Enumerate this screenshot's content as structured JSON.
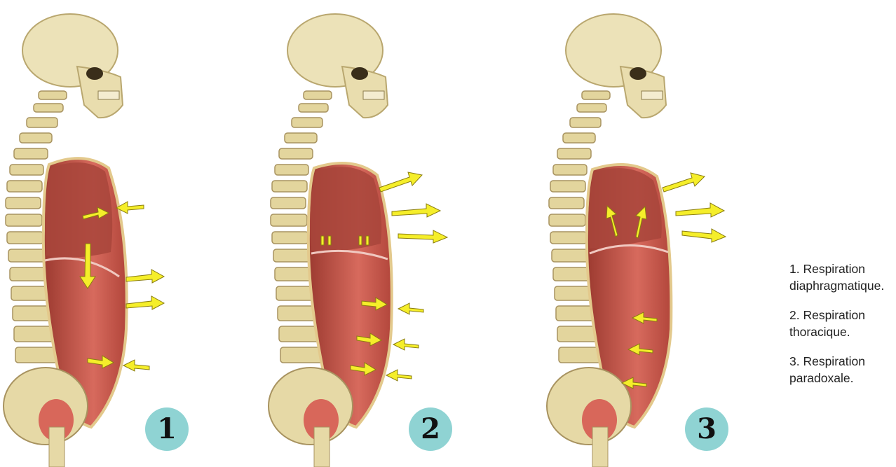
{
  "figures": [
    {
      "number": "1"
    },
    {
      "number": "2"
    },
    {
      "number": "3"
    }
  ],
  "legend": [
    {
      "line1": "1. Respiration",
      "line2": "diaphragmatique."
    },
    {
      "line1": "2. Respiration",
      "line2": "thoracique."
    },
    {
      "line1": "3. Respiration",
      "line2": "paradoxale."
    }
  ],
  "colors": {
    "bone": "#e6d9a6",
    "muscle": "#c9544a",
    "lung": "#b84a3f",
    "arrow": "#f5ee2a",
    "badge": "#8fd3d3"
  }
}
